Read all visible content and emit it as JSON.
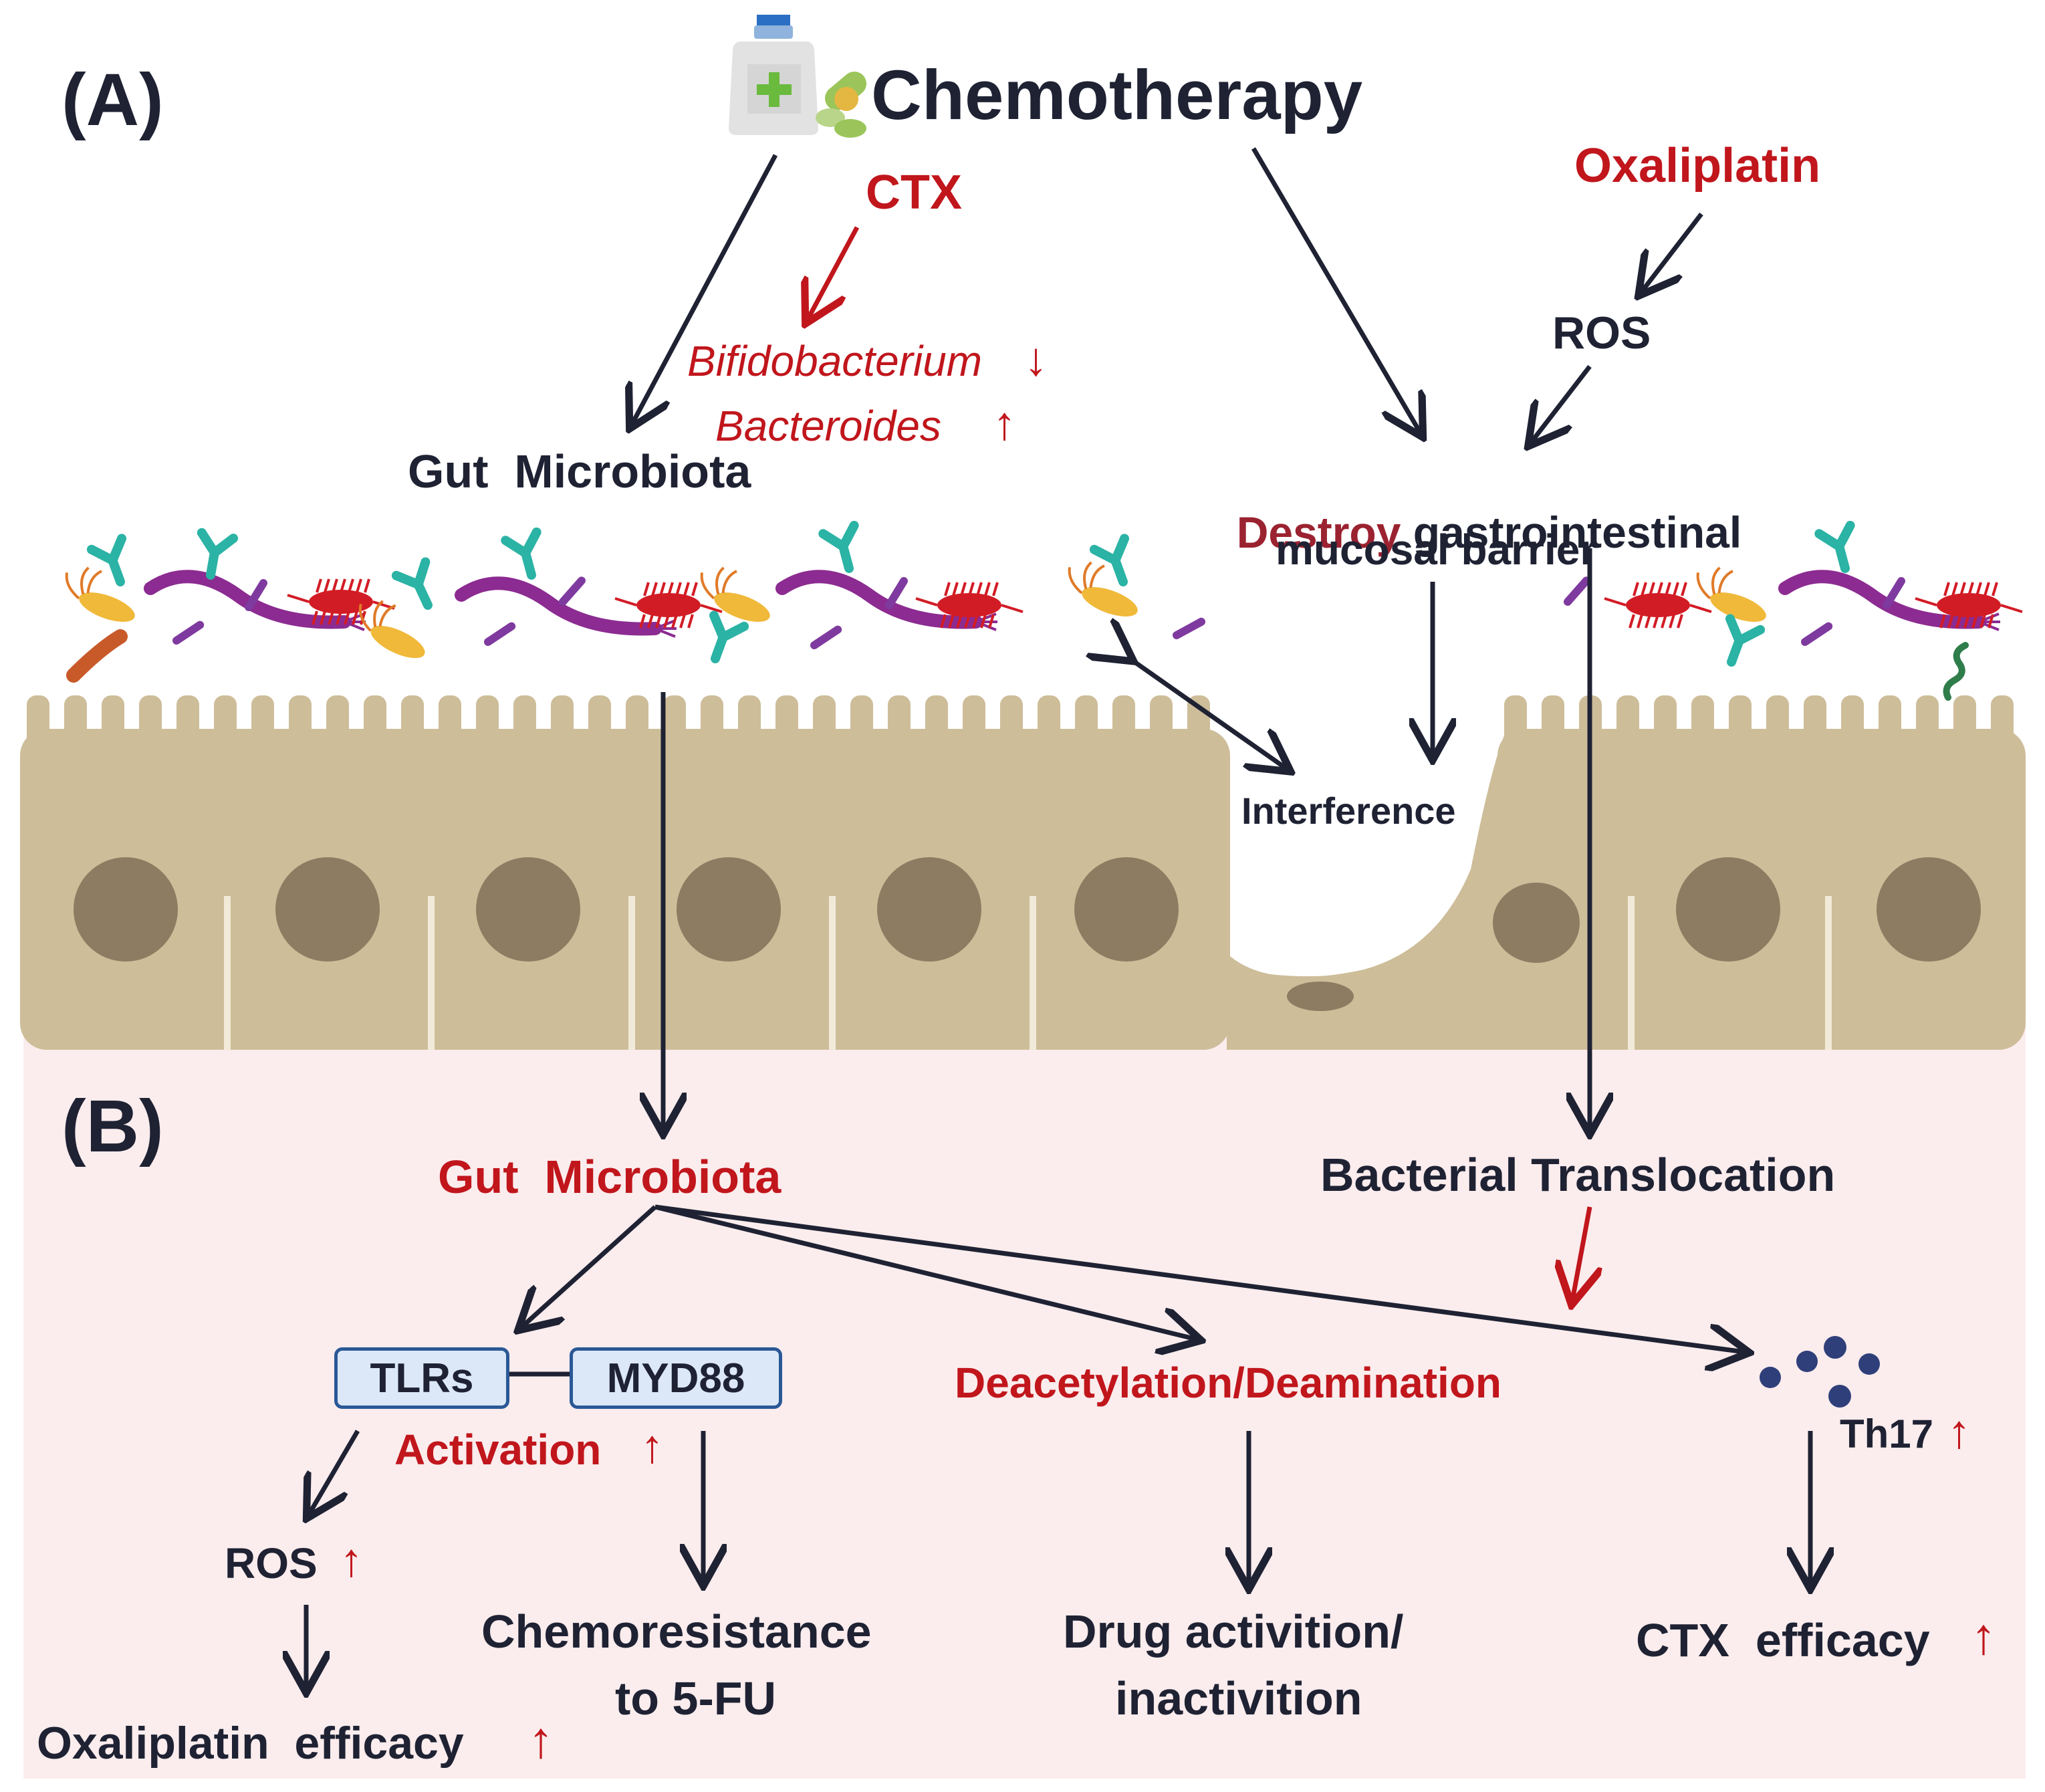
{
  "panel_a": {
    "tag": "(A)",
    "chemotherapy": "Chemotherapy",
    "ctx": "CTX",
    "bifidobacterium": "Bifidobacterium",
    "bacteroides": "Bacteroides",
    "gut_microbiota": "Gut  Microbiota",
    "oxaliplatin": "Oxaliplatin",
    "ros": "ROS",
    "destroy": "Destroy",
    "gastrointestinal": " gastrointestinal",
    "mucosal_barrier": "mucosal barrier",
    "interference": "Interference"
  },
  "panel_b": {
    "tag": "(B)",
    "gut_microbiota": "Gut  Microbiota",
    "bacterial_translocation": "Bacterial Translocation",
    "tlrs": "TLRs",
    "myd88": "MYD88",
    "activation": "Activation",
    "ros": "ROS",
    "oxaliplatin_efficacy": "Oxaliplatin  efficacy",
    "chemoresistance_line1": "Chemoresistance",
    "chemoresistance_line2": "to 5-FU",
    "deacetylation": "Deacetylation/Deamination",
    "drug_line1": "Drug activition/",
    "drug_line2": "inactivition",
    "th17": "Th17",
    "ctx_efficacy": "CTX  efficacy"
  },
  "symbols": {
    "up": "↑",
    "down": "↓"
  },
  "colors": {
    "dark": "#1e2233",
    "red": "#c0161c",
    "tissue": "#cdbd99",
    "nucleus": "#8d7c61",
    "lumen_b": "#fbeced",
    "box_fill": "#dce8f7",
    "box_border": "#2a5896"
  }
}
